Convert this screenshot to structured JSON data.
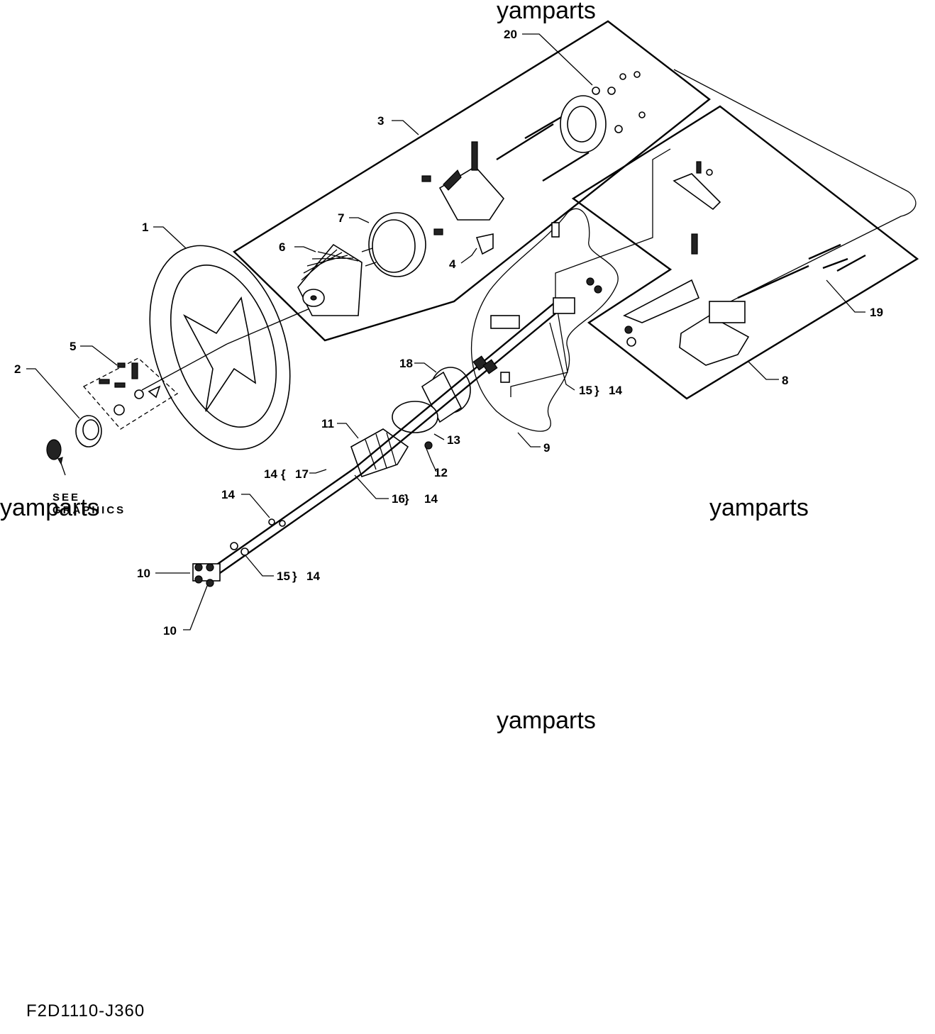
{
  "watermarks": [
    "yamparts",
    "yamparts",
    "yamparts",
    "yamparts"
  ],
  "footer_code": "F2D1110-J360",
  "see_graphics": [
    "SEE",
    "GRAPHICS"
  ],
  "callouts": {
    "c1": "1",
    "c2": "2",
    "c3": "3",
    "c4": "4",
    "c5": "5",
    "c6": "6",
    "c7": "7",
    "c8": "8",
    "c9": "9",
    "c10a": "10",
    "c10b": "10",
    "c11": "11",
    "c12": "12",
    "c13": "13",
    "c14a": "14",
    "c14b": "14",
    "c14c": "14",
    "c14d": "14",
    "c14e": "14",
    "c15a": "15",
    "c15b": "15",
    "c16": "16",
    "c17": "17",
    "c18": "18",
    "c19": "19",
    "c20": "20"
  },
  "icons": [
    "steering-wheel",
    "hub-assembly",
    "helm-unit",
    "cable",
    "bracket"
  ]
}
